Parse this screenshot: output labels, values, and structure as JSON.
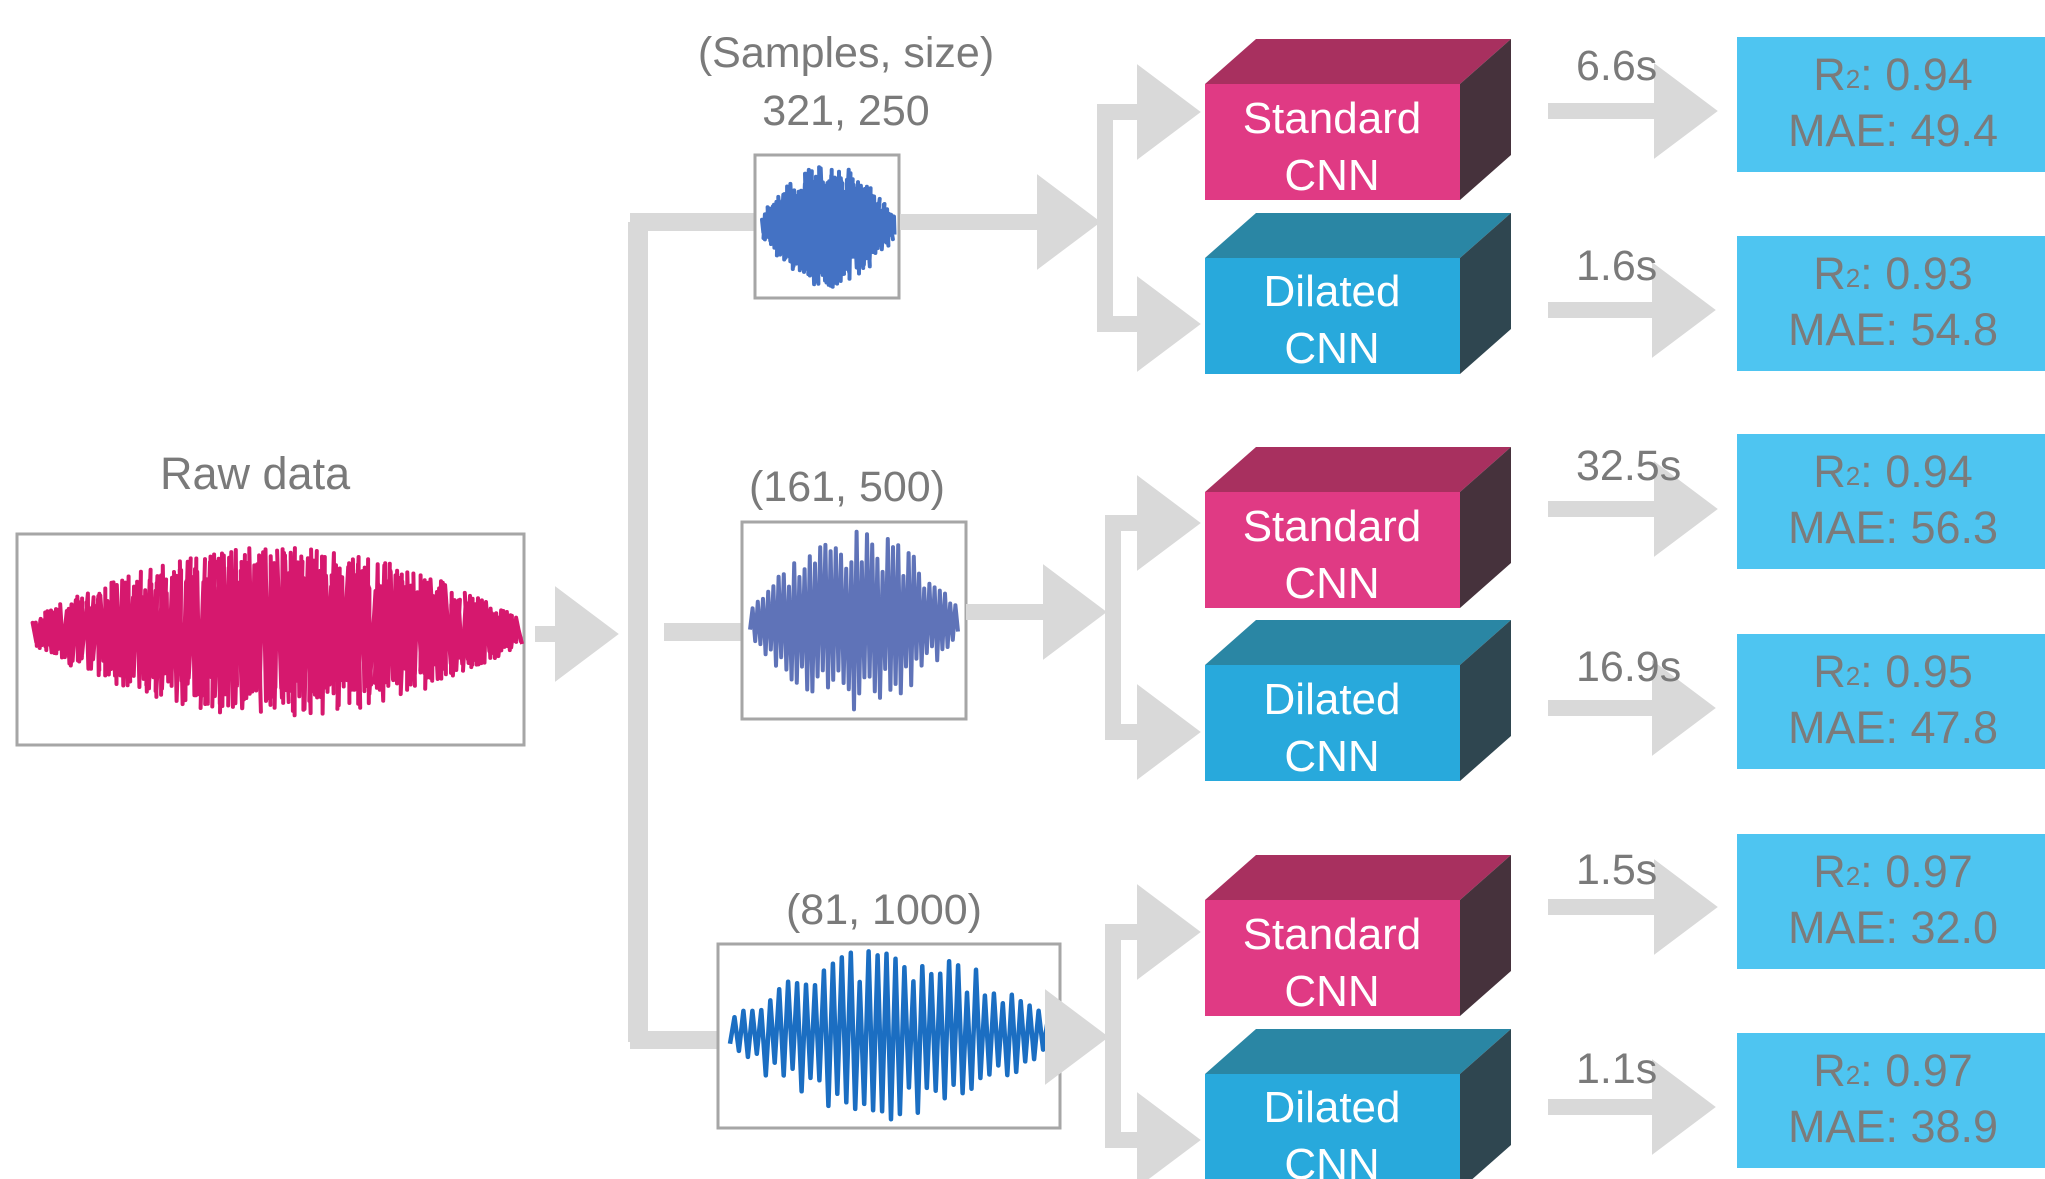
{
  "raw_label": "Raw data",
  "branches": [
    {
      "label_line1": "(Samples, size)",
      "label_line2": "321, 250",
      "wave_color": "#4472c4",
      "models": [
        {
          "name_line1": "Standard",
          "name_line2": "CNN",
          "kind": "standard",
          "time": "6.6s",
          "r2": "0.94",
          "mae": "MAE: 49.4"
        },
        {
          "name_line1": "Dilated",
          "name_line2": "CNN",
          "kind": "dilated",
          "time": "1.6s",
          "r2": "0.93",
          "mae": "MAE: 54.8"
        }
      ]
    },
    {
      "label_line1": "(161, 500)",
      "label_line2": "",
      "wave_color": "#5f73b8",
      "models": [
        {
          "name_line1": "Standard",
          "name_line2": "CNN",
          "kind": "standard",
          "time": "32.5s",
          "r2": "0.94",
          "mae": "MAE: 56.3"
        },
        {
          "name_line1": "Dilated",
          "name_line2": "CNN",
          "kind": "dilated",
          "time": "16.9s",
          "r2": "0.95",
          "mae": "MAE: 47.8"
        }
      ]
    },
    {
      "label_line1": "(81, 1000)",
      "label_line2": "",
      "wave_color": "#1b6ec2",
      "models": [
        {
          "name_line1": "Standard",
          "name_line2": "CNN",
          "kind": "standard",
          "time": "1.5s",
          "r2": "0.97",
          "mae": "MAE: 32.0"
        },
        {
          "name_line1": "Dilated",
          "name_line2": "CNN",
          "kind": "dilated",
          "time": "1.1s",
          "r2": "0.97",
          "mae": "MAE: 38.9"
        }
      ]
    }
  ],
  "r2_prefix": "R",
  "r2_exponent": "2",
  "r2_separator": ": ",
  "colors": {
    "raw_wave": "#d6186e",
    "standard_front": "#e03a84",
    "standard_top": "#a8305f",
    "standard_side": "#46323c",
    "dilated_front": "#28a9dc",
    "dilated_top": "#2a86a4",
    "dilated_side": "#2f4650",
    "metric_box": "#4ec5f1",
    "arrow": "#d9d9d9",
    "frame": "#a6a6a6",
    "label_text": "#7a7a7a"
  }
}
